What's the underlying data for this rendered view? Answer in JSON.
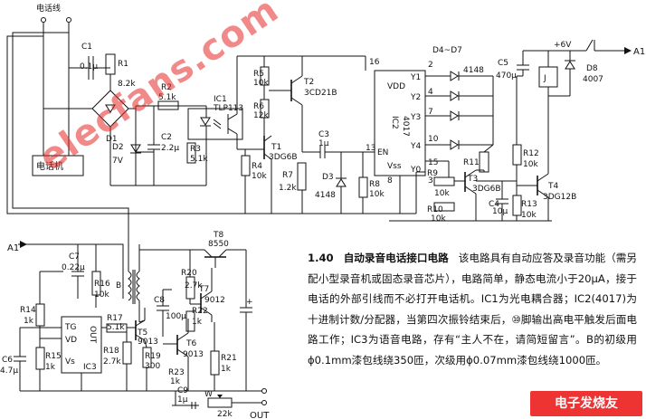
{
  "labels": {
    "phone_line": "电话线",
    "phone_set": "电话机",
    "a1_right": "A1",
    "a1_left": "A1",
    "plus6v": "+6V",
    "out": "OUT",
    "j_relay": "J",
    "plus": "+",
    "c1": "C1",
    "c1v": "0.1μ",
    "r1": "R1",
    "r1v": "8.2k",
    "d1": "D1",
    "r2": "R2",
    "r2v": "5.1k",
    "d2": "D2",
    "d2v": "7V",
    "c2": "C2",
    "c2v": "2.2μ",
    "ic1": "IC1",
    "ic1v": "TLP113",
    "r3": "R3",
    "r3v": "5.1k",
    "r5": "R5",
    "r5v": "10k",
    "r6": "R6",
    "r6v": "12k",
    "t2": "T2",
    "t2v": "3CD21B",
    "t1": "T1",
    "t1v": "3DG6B",
    "r4": "R4",
    "r4v": "10k",
    "r7": "R7",
    "r7v": "1.2k",
    "c3": "C3",
    "c3v": "1μ",
    "d3": "D3",
    "d3v": "4148",
    "r8": "R8",
    "r8v": "10k",
    "ic2": "IC2",
    "ic2v": "4017",
    "vdd": "VDD",
    "vss": "Vss",
    "en": "EN",
    "y1": "Y1",
    "y2": "Y2",
    "y3": "Y3",
    "y4": "Y4",
    "y0": "Y0",
    "p16": "16",
    "p13": "13",
    "p8": "8",
    "p3": "3",
    "p10": "10",
    "p15": "15",
    "d4d7": "D4~D7",
    "d4148": "4148",
    "c5": "C5",
    "c5v": "470μ",
    "d8": "D8",
    "d8v": "4007",
    "r9": "R9",
    "r9v": "10k",
    "r10": "R10",
    "r10v": "10k",
    "t3": "T3",
    "t3v": "3DG6B",
    "c4": "C4",
    "c4v": "10μ",
    "r11": "R11",
    "r12": "R12",
    "r12v": "10k",
    "r13": "R13",
    "r13v": "10k",
    "t4": "T4",
    "t4v": "3DG12B",
    "c7": "C7",
    "c7v": "0.22μ",
    "r16": "R16",
    "r16v": "10k",
    "b": "B",
    "r14": "R14",
    "r14v": "1k",
    "ic3": "IC3",
    "tg": "TG",
    "vd": "VD",
    "vs": "Vs",
    "out_pin": "OUT",
    "c6": "C6",
    "c6v": "4.7μ",
    "r15": "R15",
    "r15v": "1k",
    "r17": "R17",
    "r17v": "5.1k",
    "r18": "R18",
    "r18v": "2.7k",
    "r19": "R19",
    "r19v": "300",
    "t5": "T5",
    "t5v": "9013",
    "c8": "C8",
    "c8v": "100μ",
    "r20": "R20",
    "r20v": "2.7k",
    "t7": "T7",
    "t7v": "9012",
    "r21": "R21",
    "r21v": "1k",
    "t8": "T8",
    "t8v": "8550",
    "r22": "R22",
    "r22v": "1k",
    "t6": "T6",
    "t6v": "9013",
    "r23": "R23",
    "r23v": "1k",
    "c9": "C9",
    "c9v": "1μ",
    "wpot": "W",
    "wv": "22k"
  },
  "caption": {
    "number": "1.40",
    "title": "自动录音电话接口电路",
    "body": "该电路具有自动应答及录音功能（需另配小型录音机或固态录音芯片），电路简单，静态电流小于20μA，接于电话的外部引线而不必打开电话机。IC1为光电耦合器；IC2(4017)为十进制计数/分配器，当第四次振铃结束后，⑩脚输出高电平触发后面电路工作；IC3为语音电路，存有“主人不在，请简短留言”。B的初级用ϕ0.1mm漆包线绕350匝，次级用ϕ0.07mm漆包线绕1000匝。"
  },
  "watermark": "elecfans.com",
  "logo_text": "电子发烧友"
}
